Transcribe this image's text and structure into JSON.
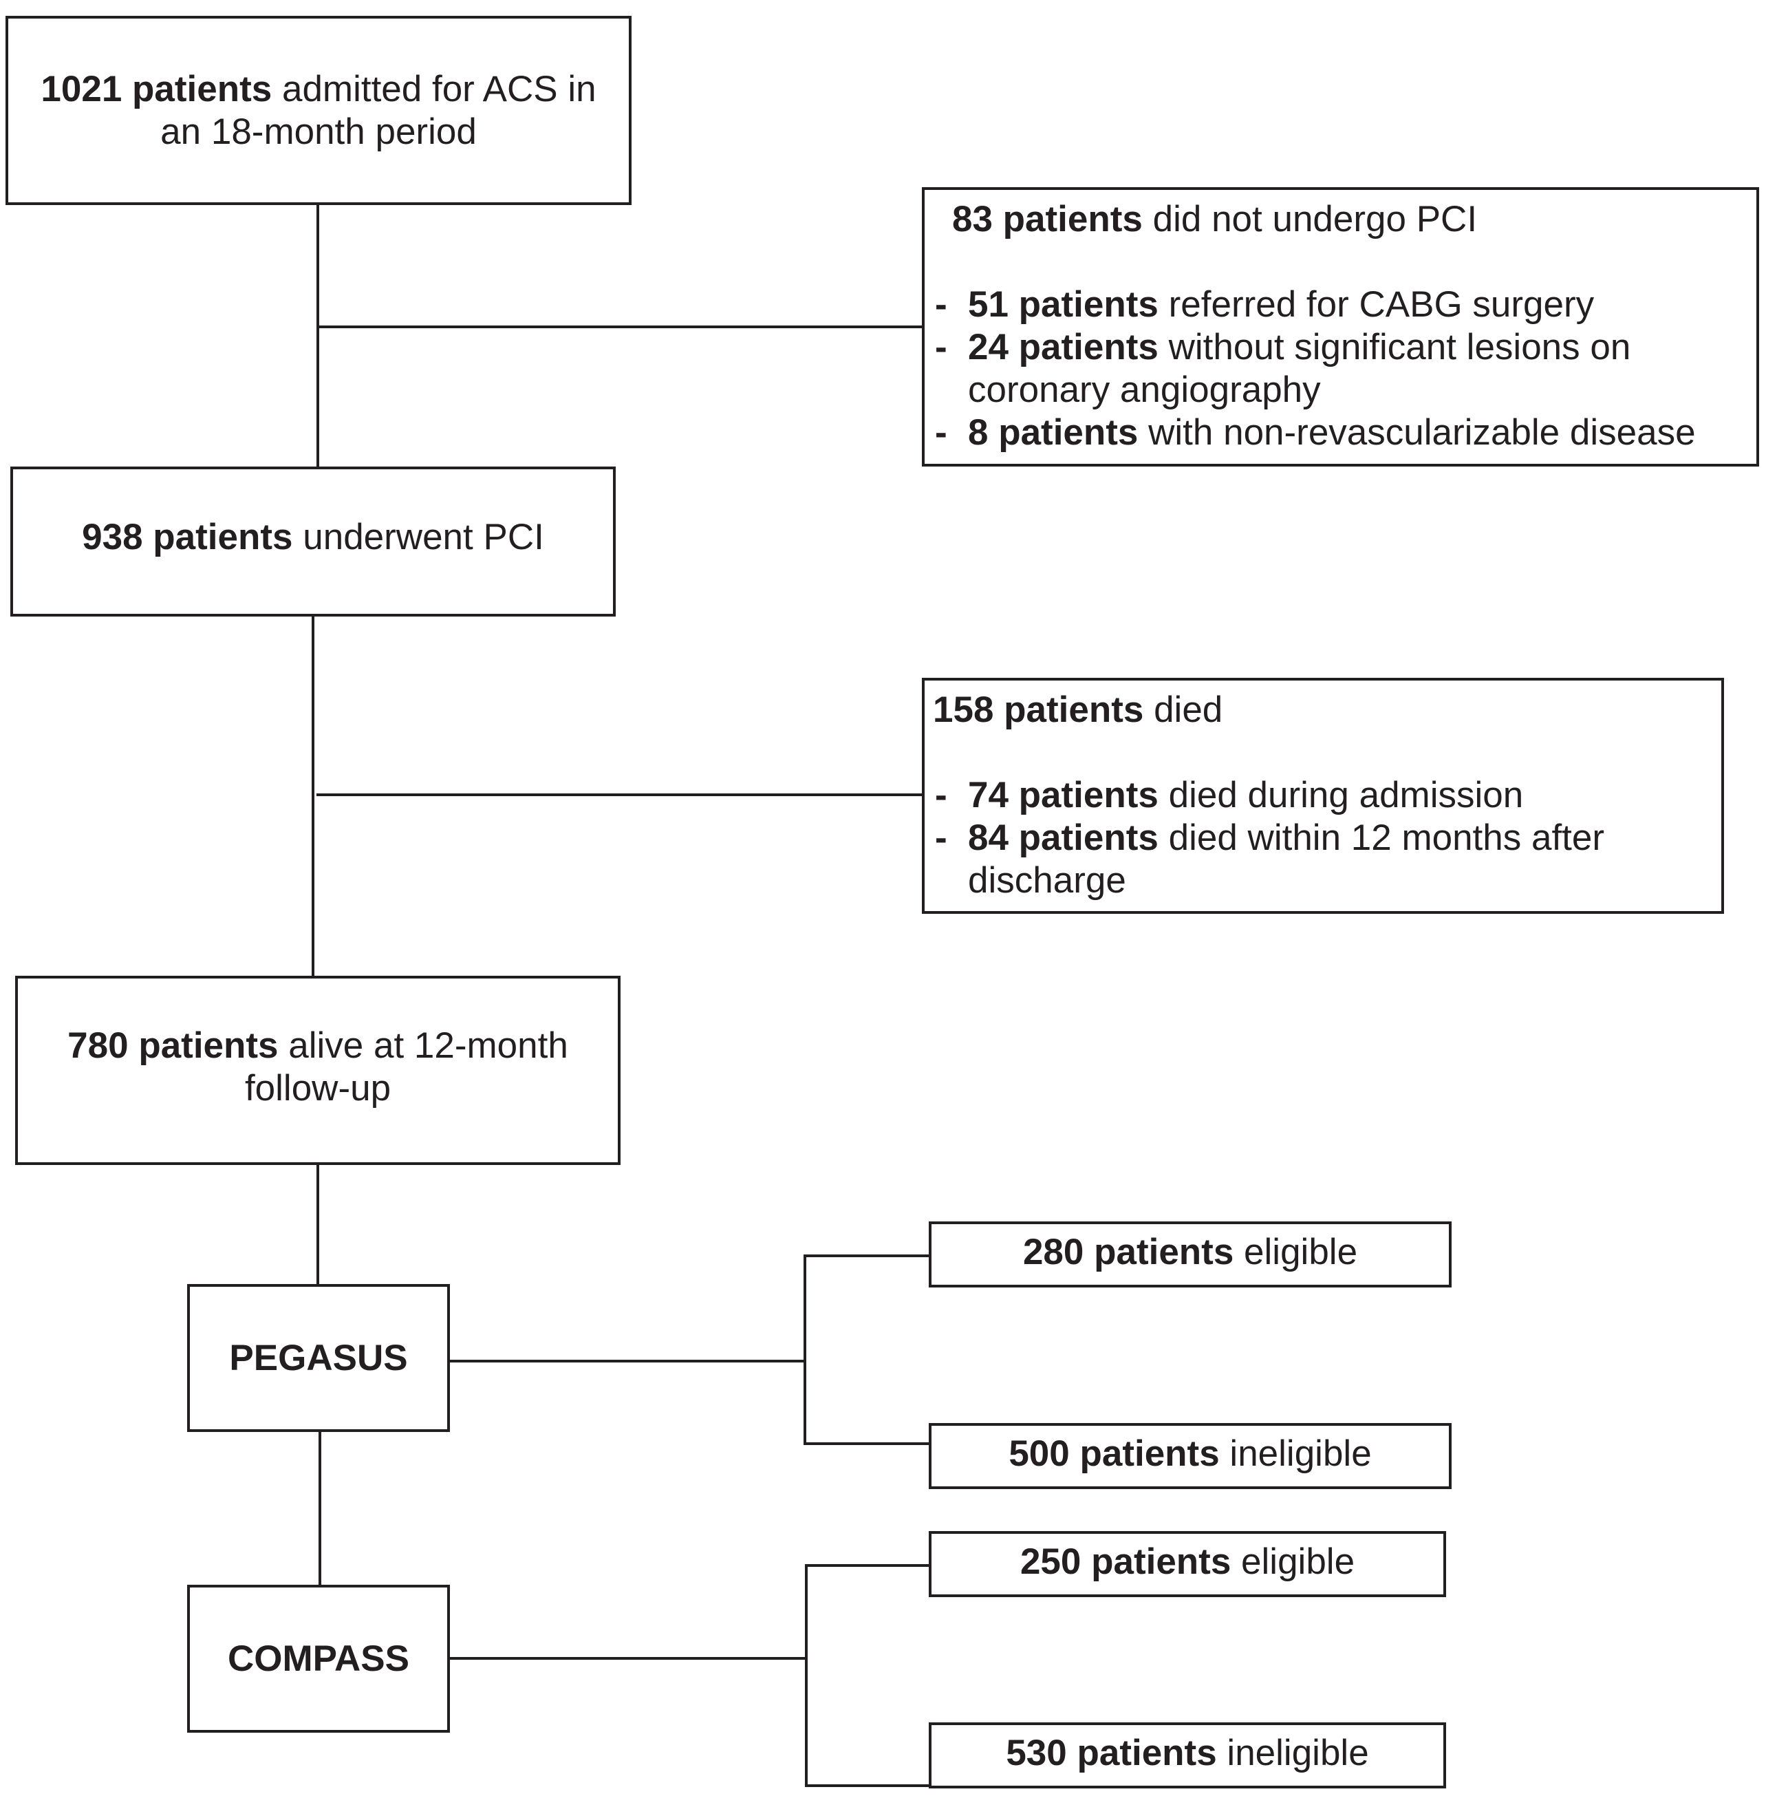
{
  "boxes": {
    "admitted": {
      "bold": "1021 patients",
      "text": " admitted for ACS in",
      "text2": "an 18-month period"
    },
    "no_pci": {
      "header_bold": "83 patients",
      "header_text": " did not undergo PCI",
      "items": [
        {
          "dash": "-",
          "bold": "51 patients",
          "text": " referred for CABG surgery"
        },
        {
          "dash": "-",
          "bold": "24 patients",
          "text": " without significant lesions on",
          "cont": "coronary angiography"
        },
        {
          "dash": "-",
          "bold": "8 patients",
          "text": " with non-revascularizable disease"
        }
      ]
    },
    "pci": {
      "bold": "938 patients",
      "text": " underwent PCI"
    },
    "died": {
      "header_bold": "158 patients",
      "header_text": " died",
      "items": [
        {
          "dash": "-",
          "bold": "74 patients",
          "text": " died during admission"
        },
        {
          "dash": "-",
          "bold": "84 patients",
          "text": " died within 12 months after",
          "cont": "discharge"
        }
      ]
    },
    "alive": {
      "bold": "780 patients",
      "text": " alive at 12-month",
      "text2": "follow-up"
    },
    "pegasus": {
      "label": "PEGASUS"
    },
    "pegasus_eligible": {
      "bold": "280 patients",
      "text": " eligible"
    },
    "pegasus_ineligible": {
      "bold": "500 patients",
      "text": " ineligible"
    },
    "compass": {
      "label": "COMPASS"
    },
    "compass_eligible": {
      "bold": "250 patients",
      "text": " eligible"
    },
    "compass_ineligible": {
      "bold": "530 patients",
      "text": " ineligible"
    }
  }
}
